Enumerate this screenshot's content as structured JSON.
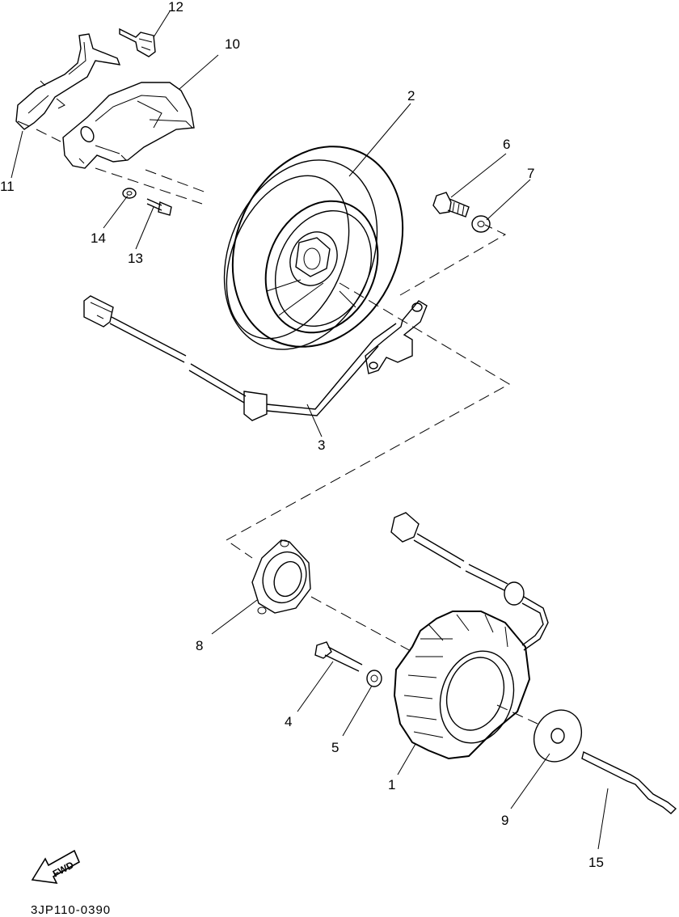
{
  "diagram": {
    "drawing_code": "3JP110-0390",
    "direction_label": "FWD",
    "callouts": [
      {
        "id": "p1",
        "number": "1"
      },
      {
        "id": "p2",
        "number": "2"
      },
      {
        "id": "p3",
        "number": "3"
      },
      {
        "id": "p4",
        "number": "4"
      },
      {
        "id": "p5",
        "number": "5"
      },
      {
        "id": "p6",
        "number": "6"
      },
      {
        "id": "p7",
        "number": "7"
      },
      {
        "id": "p8",
        "number": "8"
      },
      {
        "id": "p9",
        "number": "9"
      },
      {
        "id": "p10",
        "number": "10"
      },
      {
        "id": "p11",
        "number": "11"
      },
      {
        "id": "p12",
        "number": "12"
      },
      {
        "id": "p13",
        "number": "13"
      },
      {
        "id": "p14",
        "number": "14"
      },
      {
        "id": "p15",
        "number": "15"
      }
    ]
  }
}
